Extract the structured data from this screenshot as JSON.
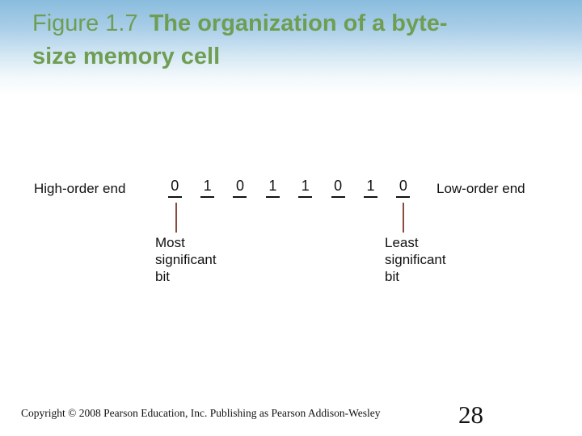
{
  "title": {
    "regular": "Figure 1.7",
    "bold_line1": "The organization of a byte-",
    "bold_line2": "size memory cell",
    "color": "#6f9e53"
  },
  "diagram": {
    "high_order_label": "High-order end",
    "low_order_label": "Low-order end",
    "bits": [
      "0",
      "1",
      "0",
      "1",
      "1",
      "0",
      "1",
      "0"
    ],
    "msb_label": "Most significant bit",
    "lsb_label": "Least significant bit",
    "pointer_color": "#8a4a3e"
  },
  "footer": {
    "copyright": "Copyright © 2008 Pearson Education, Inc. Publishing as Pearson Addison-Wesley",
    "page_number": "28"
  },
  "background": {
    "top_color": "#8abcdd",
    "bottom_color": "#ffffff"
  }
}
